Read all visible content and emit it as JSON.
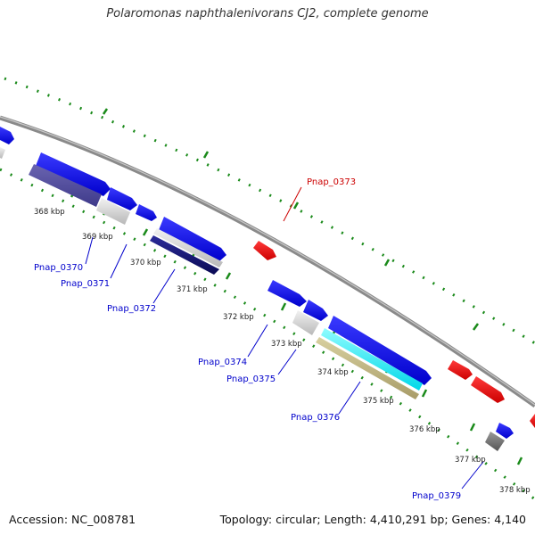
{
  "title": "Polaromonas naphthalenivorans CJ2, complete genome",
  "footer": {
    "accession": "Accession: NC_008781",
    "summary": "Topology: circular; Length: 4,410,291 bp; Genes: 4,140"
  },
  "scale_labels": [
    "368 kbp",
    "369 kbp",
    "370 kbp",
    "371 kbp",
    "372 kbp",
    "373 kbp",
    "374 kbp",
    "375 kbp",
    "376 kbp",
    "377 kbp",
    "378 kbp"
  ],
  "gene_labels": [
    {
      "text": "Pnap_0370",
      "color": "#0000cc"
    },
    {
      "text": "Pnap_0371",
      "color": "#0000cc"
    },
    {
      "text": "Pnap_0372",
      "color": "#0000cc"
    },
    {
      "text": "Pnap_0373",
      "color": "#cc0000"
    },
    {
      "text": "Pnap_0374",
      "color": "#0000cc"
    },
    {
      "text": "Pnap_0375",
      "color": "#0000cc"
    },
    {
      "text": "Pnap_0376",
      "color": "#0000cc"
    },
    {
      "text": "Pnap_0379",
      "color": "#0000cc"
    }
  ],
  "colors": {
    "forward_gene": "#0000ee",
    "reverse_gene": "#ee0000",
    "backbone": "#888888",
    "tick": "#1a8a1a"
  }
}
